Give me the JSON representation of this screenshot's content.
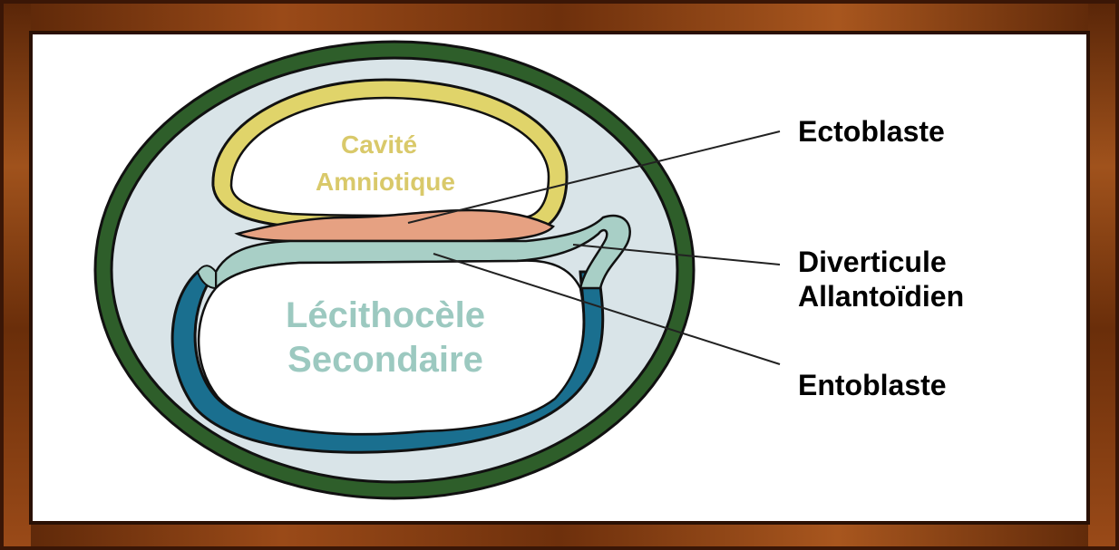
{
  "diagram": {
    "labels": {
      "cavite_line1": "Cavité",
      "cavite_line2": "Amniotique",
      "lecithocele_line1": "Lécithocèle",
      "lecithocele_line2": "Secondaire",
      "ectoblaste": "Ectoblaste",
      "diverticule_line1": "Diverticule",
      "diverticule_line2": "Allantoïdien",
      "entoblaste": "Entoblaste"
    },
    "colors": {
      "frame_wood": "#7a3a12",
      "frame_dark": "#3a1606",
      "background": "#ffffff",
      "outer_ring": "#2e5e2a",
      "inner_fill": "#d9e4e8",
      "amnion_yellow": "#e0d46a",
      "ectoblast_pink": "#e6a182",
      "entoblast_teal": "#a8cfc6",
      "yolk_sac_blue": "#1a6f8f",
      "cavite_text": "#d9c96a",
      "lecithocele_text": "#9cc9c0",
      "label_text": "#000000"
    }
  }
}
